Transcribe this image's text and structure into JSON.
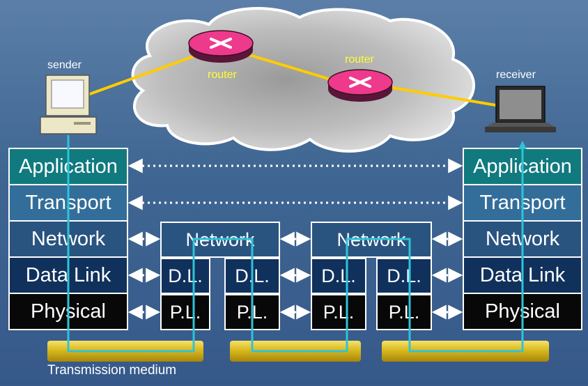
{
  "labels": {
    "sender": "sender",
    "receiver": "receiver",
    "router1": "router",
    "router2": "router",
    "medium": "Transmission medium"
  },
  "end_stack_layers": [
    "Application",
    "Transport",
    "Network",
    "Data Link",
    "Physical"
  ],
  "router_stack": {
    "network": "Network",
    "dl": "D.L.",
    "pl": "P.L."
  },
  "colors": {
    "application": "#107a7e",
    "transport": "#336e9a",
    "network": "#2a5480",
    "datalink": "#10315c",
    "physical": "#080808",
    "router_disc": "#ee3a8c",
    "link": "#ffcc00",
    "signal_path": "#2fc3d8",
    "cloud": "#bdbdbd"
  },
  "icons": {
    "sender": "desktop-computer-icon",
    "receiver": "laptop-icon",
    "router": "router-icon",
    "cloud": "cloud-icon"
  }
}
